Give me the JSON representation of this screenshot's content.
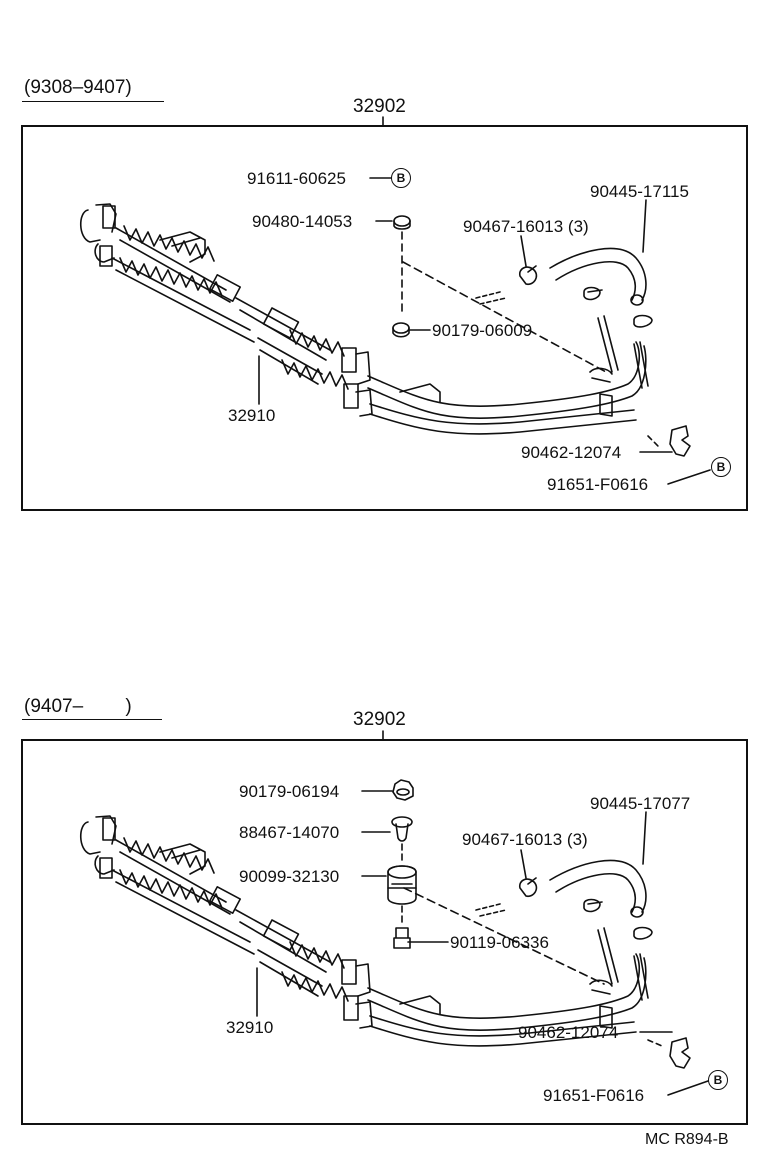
{
  "sections": [
    {
      "period": "(9308–9407)",
      "assembly": "32902",
      "labels": {
        "p1": "91611-60625",
        "p2": "90480-14053",
        "p3": "90179-06009",
        "p4": "90467-16013 (3)",
        "p5": "90445-17115",
        "p6": "32910",
        "p7": "90462-12074",
        "p8": "91651-F0616"
      }
    },
    {
      "period": "(9407–        )",
      "assembly": "32902",
      "labels": {
        "p1": "90179-06194",
        "p2": "88467-14070",
        "p3": "90099-32130",
        "p4": "90119-06336",
        "p5": "90467-16013 (3)",
        "p6": "90445-17077",
        "p7": "32910",
        "p8": "90462-12074",
        "p9": "91651-F0616"
      }
    }
  ],
  "callout_letter": "B",
  "footer_code": "MC R894-B"
}
